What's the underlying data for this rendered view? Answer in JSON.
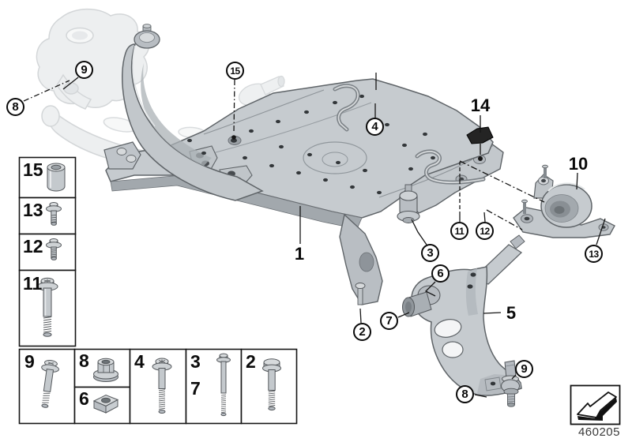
{
  "illustration": {
    "description": "Front axle support with wishbone exploded parts view",
    "metal_color": "#c6cbcf",
    "outline_color": "#5f6468",
    "ghost_color": "#edeff0",
    "callout_color": "#0a0a0a"
  },
  "plain_labels": [
    {
      "id": "front-axle-support",
      "label": "1"
    },
    {
      "id": "wishbone",
      "label": "5"
    },
    {
      "id": "rubber-mount-bracket",
      "label": "10"
    },
    {
      "id": "heat-protection-plate",
      "label": "14"
    }
  ],
  "circled_callouts": [
    {
      "id": "screw-8-knuckle",
      "label": "8"
    },
    {
      "id": "screw-9-knuckle",
      "label": "9"
    },
    {
      "id": "spacer-sleeve-15",
      "label": "15"
    },
    {
      "id": "screw-4",
      "label": "4"
    },
    {
      "id": "screw-11",
      "label": "11"
    },
    {
      "id": "screw-12",
      "label": "12"
    },
    {
      "id": "mount-3",
      "label": "3"
    },
    {
      "id": "screw-13",
      "label": "13"
    },
    {
      "id": "bush-6",
      "label": "6"
    },
    {
      "id": "bush-7",
      "label": "7"
    },
    {
      "id": "screw-2",
      "label": "2"
    },
    {
      "id": "balljoint-nut-9",
      "label": "9"
    },
    {
      "id": "balljoint-nut-8",
      "label": "8"
    }
  ],
  "legend_boxes": [
    {
      "number": "15",
      "icon": "spacer-sleeve-icon"
    },
    {
      "number": "13",
      "icon": "washer-screw-icon"
    },
    {
      "number": "12",
      "icon": "washer-screw-icon"
    },
    {
      "number": "11",
      "icon": "long-flange-screw-icon"
    },
    {
      "number": "9",
      "icon": "flange-screw-icon"
    },
    {
      "number": "8",
      "icon": "flange-nut-icon"
    },
    {
      "number": "6",
      "icon": "square-nut-icon"
    },
    {
      "number": "4",
      "icon": "torx-flange-screw-icon"
    },
    {
      "number": "3",
      "secondary_number": "7",
      "icon": "long-washer-screw-icon"
    },
    {
      "number": "2",
      "icon": "hex-flange-screw-icon"
    }
  ],
  "footer": {
    "diagram_code": "460205"
  }
}
